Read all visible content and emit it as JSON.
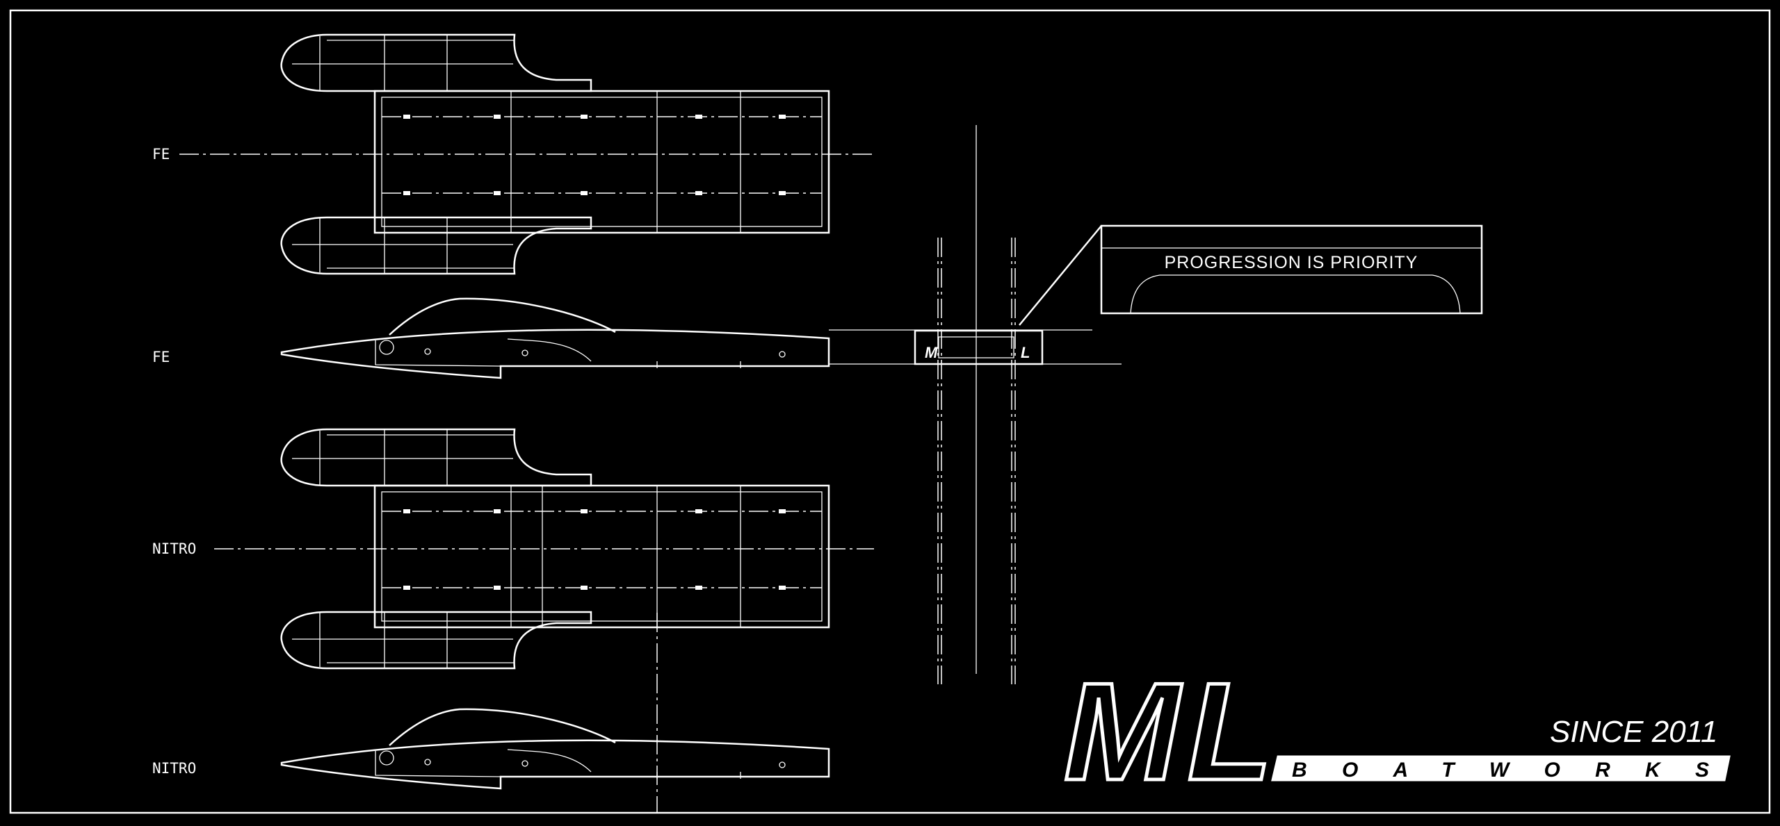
{
  "drawing": {
    "labels": {
      "top_view_1": "FE",
      "side_view_1": "FE",
      "top_view_2": "NITRO",
      "side_view_2": "NITRO"
    },
    "callout_text": "PROGRESSION IS PRIORITY",
    "logo": {
      "mark": "ML",
      "wordmark": "BOATWORKS",
      "since": "SINCE 2011"
    },
    "colors": {
      "background": "#000000",
      "line": "#ffffff"
    }
  }
}
